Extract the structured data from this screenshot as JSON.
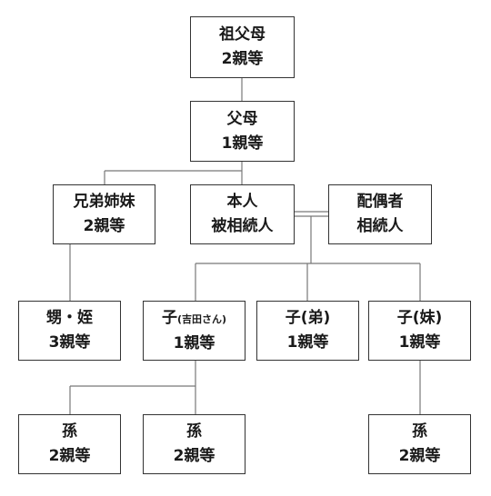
{
  "nodes": {
    "grandparents": {
      "line1": "祖父母",
      "line2": "2親等"
    },
    "parents": {
      "line1": "父母",
      "line2": "1親等"
    },
    "siblings": {
      "line1": "兄弟姉妹",
      "line2": "2親等"
    },
    "self": {
      "line1": "本人",
      "line2": "被相続人"
    },
    "spouse": {
      "line1": "配偶者",
      "line2": "相続人"
    },
    "nephew_niece": {
      "line1": "甥・姪",
      "line2": "3親等"
    },
    "child_yoshida": {
      "line1_main": "子",
      "line1_small": "(吉田さん)",
      "line2": "1親等"
    },
    "child_brother": {
      "line1": "子(弟)",
      "line2": "1親等"
    },
    "child_sister": {
      "line1": "子(妹)",
      "line2": "1親等"
    },
    "grandchild_1": {
      "line1": "孫",
      "line2": "2親等"
    },
    "grandchild_2": {
      "line1": "孫",
      "line2": "2親等"
    },
    "grandchild_3": {
      "line1": "孫",
      "line2": "2親等"
    }
  },
  "colors": {
    "line": "#777777",
    "border": "#333333",
    "text": "#1a1a1a"
  }
}
